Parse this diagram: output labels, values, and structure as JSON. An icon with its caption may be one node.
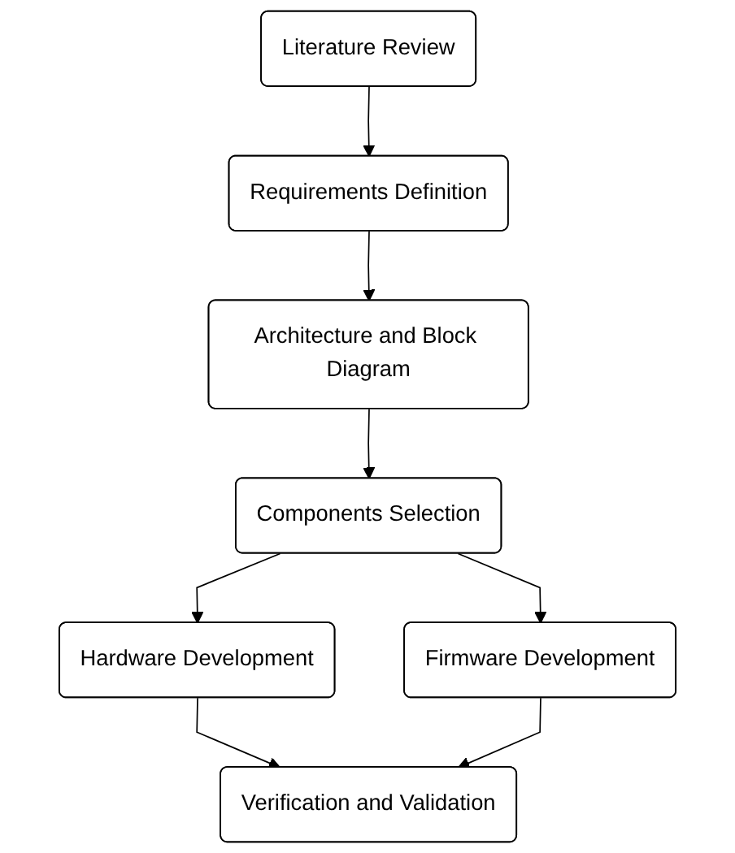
{
  "diagram": {
    "nodes": [
      {
        "text": [
          "Literature Review"
        ]
      },
      {
        "text": [
          "Requirements Definition"
        ]
      },
      {
        "text": [
          "Architecture and Block Diagram"
        ]
      },
      {
        "text": [
          "Components Selection"
        ]
      },
      {
        "text": [
          "Hardware Development"
        ]
      },
      {
        "text": [
          "Firmware Development"
        ]
      },
      {
        "text": [
          "Verification and Validation"
        ]
      }
    ],
    "edges": [
      {
        "from": 0,
        "to": 1,
        "arrow": "to"
      },
      {
        "from": 1,
        "to": 2,
        "arrow": "to"
      },
      {
        "from": 2,
        "to": 3,
        "arrow": "to"
      },
      {
        "from": 3,
        "to": 4,
        "arrow": "to"
      },
      {
        "from": 3,
        "to": 5,
        "arrow": "to"
      },
      {
        "from": 4,
        "to": 6,
        "arrow": "to"
      },
      {
        "from": 5,
        "to": 6,
        "arrow": "to"
      }
    ]
  }
}
